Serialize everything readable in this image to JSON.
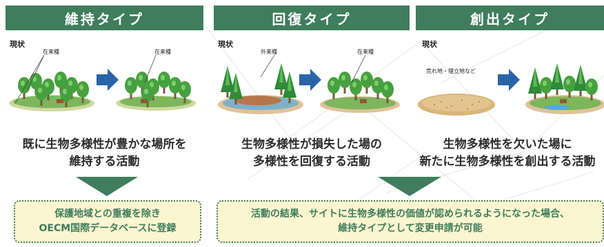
{
  "types": [
    {
      "title": "維持タイプ",
      "genjo": "現状",
      "labels": [
        "在来種",
        "在来種"
      ],
      "desc": [
        "既に生物多様性が豊かな場所を",
        "維持する活動"
      ]
    },
    {
      "title": "回復タイプ",
      "genjo": "現状",
      "labels": [
        "外来種",
        "在来種"
      ],
      "desc": [
        "生物多様性が損失した場の",
        "多様性を回復する活動"
      ]
    },
    {
      "title": "創出タイプ",
      "genjo": "現状",
      "labels": [
        "荒れ地・埋立地など"
      ],
      "desc": [
        "生物多様性を欠いた場に",
        "新たに生物多様性を創出する活動"
      ]
    }
  ],
  "result_boxes": [
    {
      "lines": [
        "保護地域との重複を除き",
        "OECM国際データベースに登録"
      ]
    },
    {
      "lines": [
        "活動の結果、サイトに生物多様性の価値が認められるようになった場合、",
        "維持タイプとして変更申請が可能"
      ]
    }
  ],
  "colors": {
    "header": "#3f7d5c",
    "arrow": "#2a64a8",
    "tree": "#3f9a3c",
    "box_bg": "#fbf6cf",
    "box_border": "#3f7d5c"
  }
}
